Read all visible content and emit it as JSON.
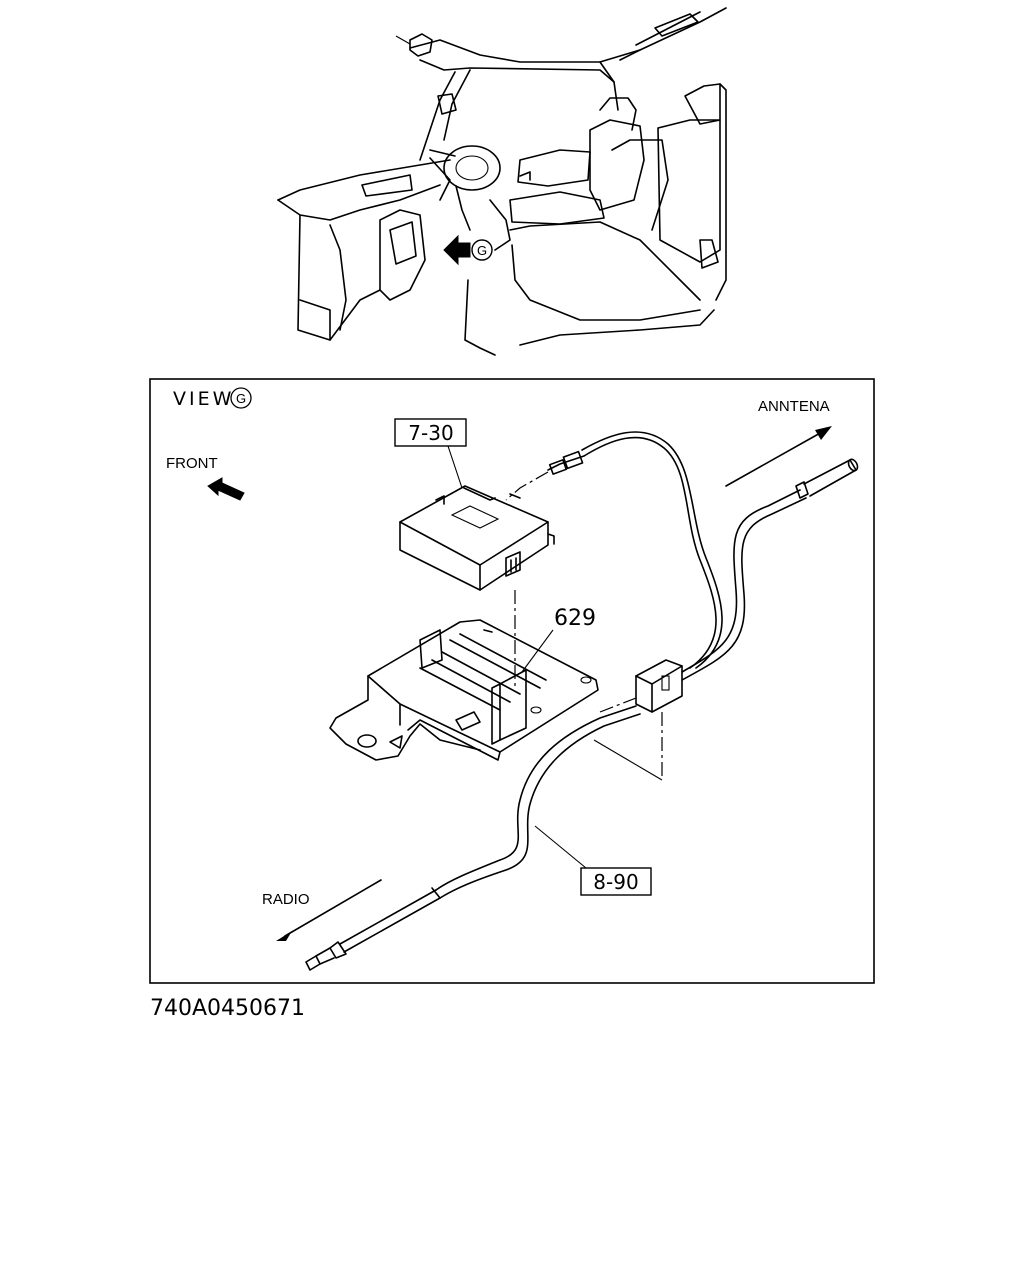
{
  "overview": {
    "view_marker_letter": "G"
  },
  "detail": {
    "view_prefix": "VIEW",
    "view_letter": "G",
    "front_label": "FRONT",
    "antenna_label": "ANNTENA",
    "radio_label": "RADIO",
    "part_unit_ref": "7-30",
    "part_bracket_ref": "629",
    "part_cable_ref": "8-90"
  },
  "figure_id": "740A0450671"
}
